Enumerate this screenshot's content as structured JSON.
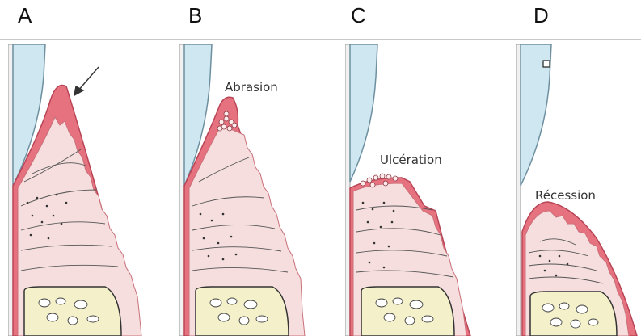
{
  "panels": [
    {
      "letter": "A",
      "label": ""
    },
    {
      "letter": "B",
      "label": "Abrasion"
    },
    {
      "letter": "C",
      "label": "Ulcération"
    },
    {
      "letter": "D",
      "label": "Récession"
    }
  ],
  "colors": {
    "tooth": "#cfe7f1",
    "gingiva_epithelium": "#e7727f",
    "connective_tissue": "#f6dede",
    "bone": "#f4f0c9",
    "root_line": "#777777"
  }
}
